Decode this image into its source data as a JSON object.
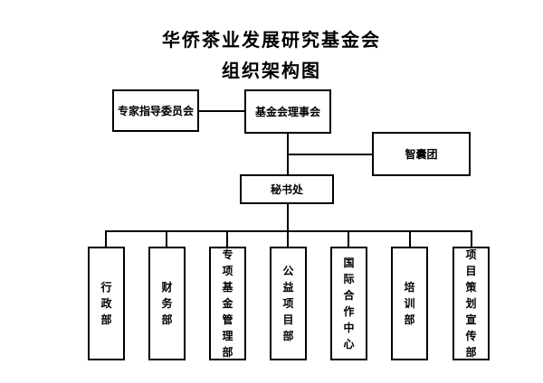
{
  "title": {
    "line1": "华侨茶业发展研究基金会",
    "line2": "组织架构图"
  },
  "nodes": {
    "expert_committee": "专家指导委员会",
    "board": "基金会理事会",
    "think_tank": "智囊团",
    "secretariat": "秘书处"
  },
  "departments": [
    "行政部",
    "财务部",
    "专项基金管理部",
    "公益项目部",
    "国际合作中心",
    "培训部",
    "项目策划宣传部"
  ]
}
